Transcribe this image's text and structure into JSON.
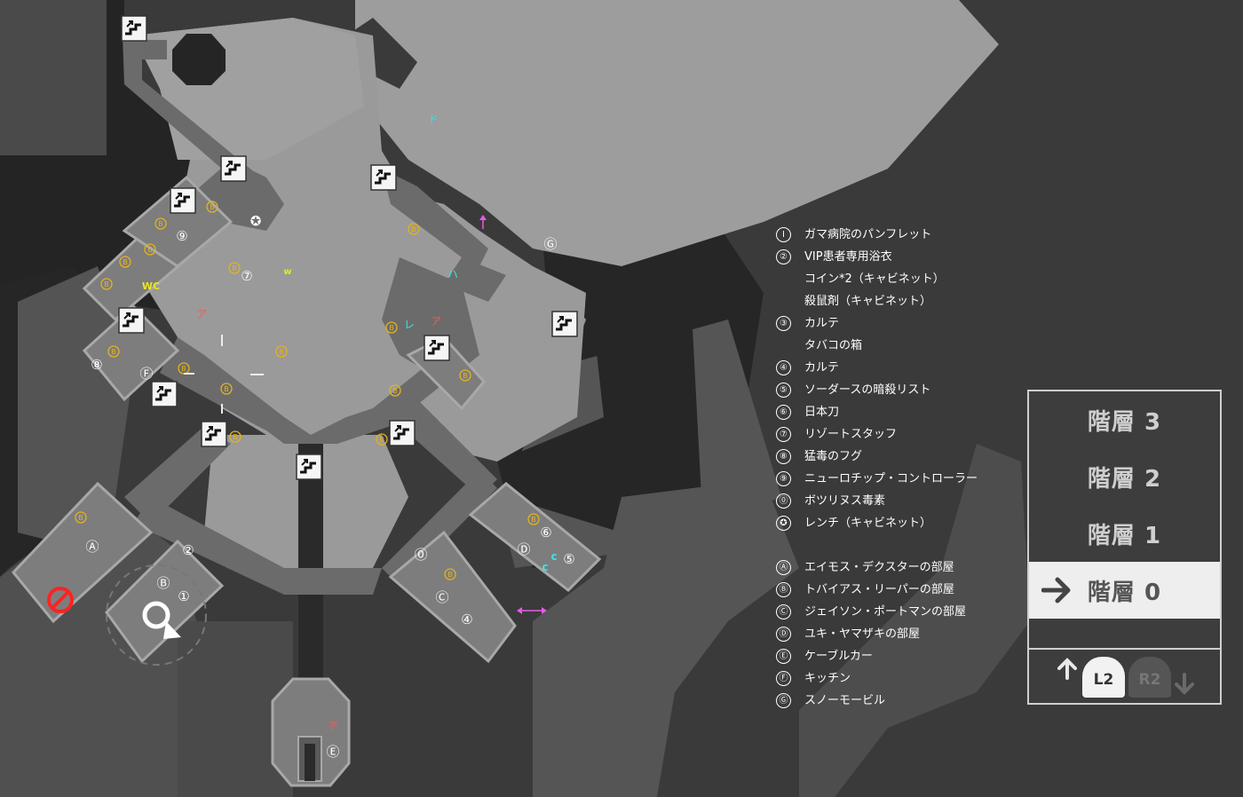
{
  "map": {
    "colors": {
      "background": "#3a3a3a",
      "outer_void": "#242424",
      "hospital_floor": "#9a9a9a",
      "corridor": "#666666",
      "room": "#7b7b7b",
      "pickup_b": "#e3b21e",
      "marker_red": "#ff5555",
      "marker_cyan": "#3fe0e6",
      "marker_magenta": "#e85ae8",
      "marker_yellow": "#e8e820",
      "player_marker": "#ffffff",
      "save_point": "#ff2222"
    },
    "room_labels": [
      {
        "id": "room-a",
        "text": "Ⓐ"
      },
      {
        "id": "room-b",
        "text": "Ⓑ"
      },
      {
        "id": "room-c",
        "text": "Ⓒ"
      },
      {
        "id": "room-d",
        "text": "Ⓓ"
      },
      {
        "id": "room-e",
        "text": "Ⓔ"
      },
      {
        "id": "room-f",
        "text": "Ⓕ"
      },
      {
        "id": "room-g",
        "text": "Ⓖ"
      }
    ],
    "item_labels": [
      {
        "id": "item-1",
        "text": "①"
      },
      {
        "id": "item-2",
        "text": "②"
      },
      {
        "id": "item-4",
        "text": "④"
      },
      {
        "id": "item-5",
        "text": "⑤"
      },
      {
        "id": "item-6",
        "text": "⑥"
      },
      {
        "id": "item-7",
        "text": "⑦"
      },
      {
        "id": "item-8",
        "text": "⑧"
      },
      {
        "id": "item-9",
        "text": "⑨"
      },
      {
        "id": "item-0",
        "text": "⓪"
      },
      {
        "id": "item-star",
        "text": "✪"
      }
    ],
    "pickup_b_text": "B",
    "text_marks": {
      "wc": "WC",
      "w": "w",
      "a_mark": "ア",
      "re_mark": "レ",
      "ha_mark": "ハ",
      "do_mark": "ド",
      "c_mark": "c"
    }
  },
  "legend": {
    "items": [
      {
        "mark": "Ⅰ",
        "text": "ガマ病院のパンフレット"
      },
      {
        "mark": "②",
        "text": "VIP患者専用浴衣"
      },
      {
        "mark": "",
        "text": "コイン*2（キャビネット）"
      },
      {
        "mark": "",
        "text": "殺鼠剤（キャビネット）"
      },
      {
        "mark": "③",
        "text": "カルテ"
      },
      {
        "mark": "",
        "text": "タバコの箱"
      },
      {
        "mark": "④",
        "text": "カルテ"
      },
      {
        "mark": "⑤",
        "text": "ソーダースの暗殺リスト"
      },
      {
        "mark": "⑥",
        "text": "日本刀"
      },
      {
        "mark": "⑦",
        "text": "リゾートスタッフ"
      },
      {
        "mark": "⑧",
        "text": "猛毒のフグ"
      },
      {
        "mark": "⑨",
        "text": "ニューロチップ・コントローラー"
      },
      {
        "mark": "⓪",
        "text": "ボツリヌス毒素"
      },
      {
        "mark": "✪",
        "text": "レンチ（キャビネット）"
      }
    ],
    "rooms": [
      {
        "mark": "Ⓐ",
        "text": "エイモス・デクスターの部屋"
      },
      {
        "mark": "Ⓑ",
        "text": "トバイアス・リーパーの部屋"
      },
      {
        "mark": "Ⓒ",
        "text": "ジェイソン・ポートマンの部屋"
      },
      {
        "mark": "Ⓓ",
        "text": "ユキ・ヤマザキの部屋"
      },
      {
        "mark": "Ⓔ",
        "text": "ケーブルカー"
      },
      {
        "mark": "Ⓕ",
        "text": "キッチン"
      },
      {
        "mark": "Ⓖ",
        "text": "スノーモービル"
      }
    ]
  },
  "floor_selector": {
    "floors": [
      {
        "label": "階層 3",
        "active": false
      },
      {
        "label": "階層 2",
        "active": false
      },
      {
        "label": "階層 1",
        "active": false
      },
      {
        "label": "階層 0",
        "active": true
      }
    ],
    "buttons": {
      "l2": "L2",
      "r2": "R2"
    },
    "icons": {
      "current": "arrow-right-icon",
      "up": "arrow-up-icon",
      "down": "arrow-down-icon"
    }
  }
}
